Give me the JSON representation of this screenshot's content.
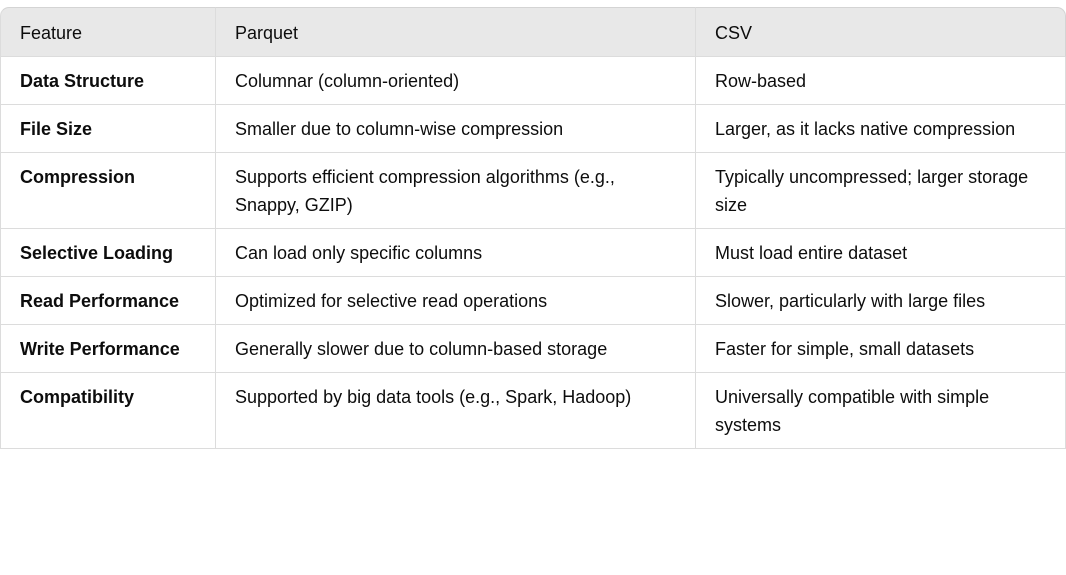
{
  "table": {
    "headers": [
      "Feature",
      "Parquet",
      "CSV"
    ],
    "rows": [
      {
        "feature": "Data Structure",
        "parquet": "Columnar (column-oriented)",
        "csv": "Row-based"
      },
      {
        "feature": "File Size",
        "parquet": "Smaller due to column-wise compression",
        "csv": "Larger, as it lacks native compression"
      },
      {
        "feature": "Compression",
        "parquet": "Supports efficient compression algorithms (e.g., Snappy, GZIP)",
        "csv": "Typically uncompressed; larger storage size"
      },
      {
        "feature": "Selective Loading",
        "parquet": "Can load only specific columns",
        "csv": "Must load entire dataset"
      },
      {
        "feature": "Read Performance",
        "parquet": "Optimized for selective read operations",
        "csv": "Slower, particularly with large files"
      },
      {
        "feature": "Write Performance",
        "parquet": "Generally slower due to column-based storage",
        "csv": "Faster for simple, small datasets"
      },
      {
        "feature": "Compatibility",
        "parquet": "Supported by big data tools (e.g., Spark, Hadoop)",
        "csv": "Universally compatible with simple systems"
      }
    ]
  },
  "colors": {
    "header_bg": "#e8e8e8",
    "border": "#dcdcdc",
    "text": "#0d0d0d"
  }
}
